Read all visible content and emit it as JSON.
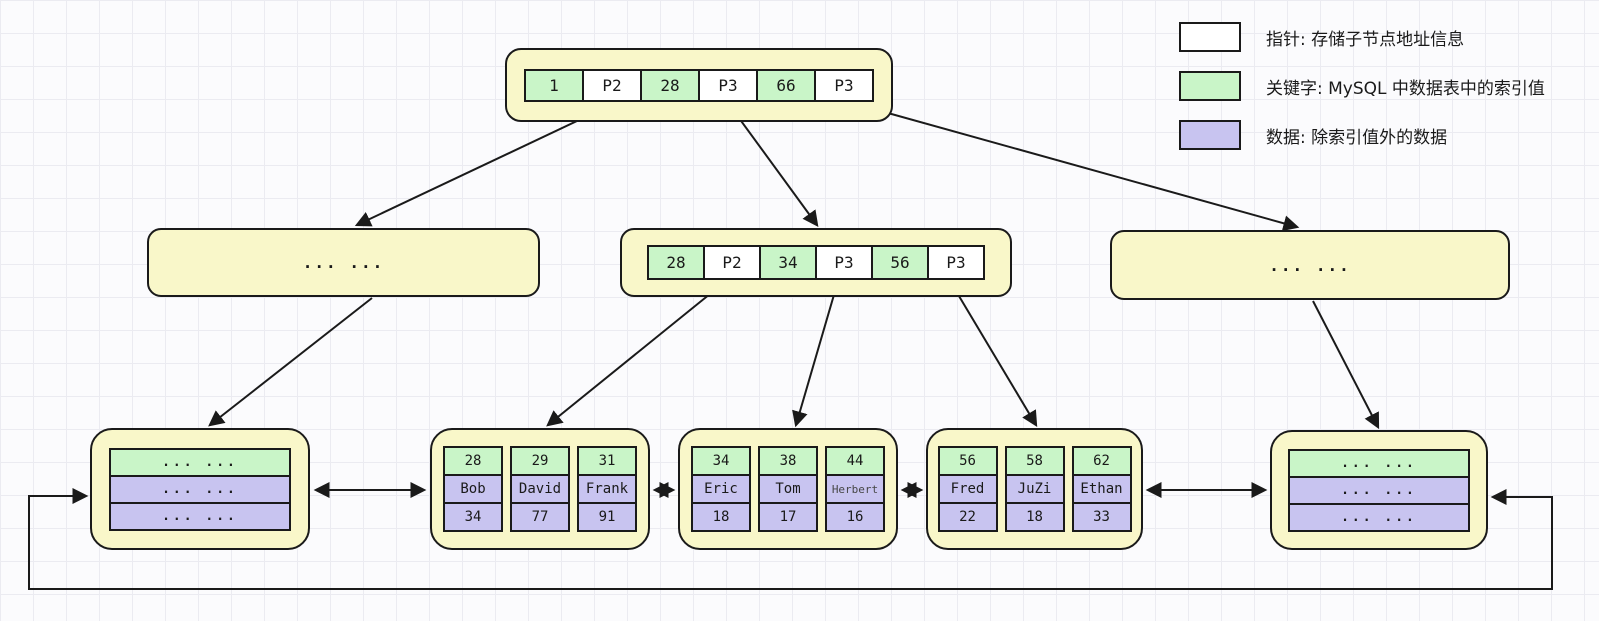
{
  "diagram_title": "MySQL B+ tree index structure",
  "colors": {
    "node_background": "#f9f7c9",
    "key_green": "#c9f5c8",
    "data_purple": "#c8c4f0",
    "pointer_white": "#ffffff",
    "line": "#1a1a1a"
  },
  "legend": {
    "items": [
      {
        "swatch": "pointer",
        "label": "指针: 存储子节点地址信息"
      },
      {
        "swatch": "key",
        "label": "关键字: MySQL 中数据表中的索引值"
      },
      {
        "swatch": "data",
        "label": "数据: 除索引值外的数据"
      }
    ]
  },
  "root": {
    "cells": [
      {
        "text": "1",
        "type": "key"
      },
      {
        "text": "P2",
        "type": "pointer"
      },
      {
        "text": "28",
        "type": "key"
      },
      {
        "text": "P3",
        "type": "pointer"
      },
      {
        "text": "66",
        "type": "key"
      },
      {
        "text": "P3",
        "type": "pointer"
      }
    ]
  },
  "internal": {
    "left": {
      "text": "... ..."
    },
    "middle": {
      "cells": [
        {
          "text": "28",
          "type": "key"
        },
        {
          "text": "P2",
          "type": "pointer"
        },
        {
          "text": "34",
          "type": "key"
        },
        {
          "text": "P3",
          "type": "pointer"
        },
        {
          "text": "56",
          "type": "key"
        },
        {
          "text": "P3",
          "type": "pointer"
        }
      ]
    },
    "right": {
      "text": "... ..."
    }
  },
  "leaves": [
    {
      "type": "ellipsis",
      "rows": [
        "... ...",
        "... ...",
        "... ..."
      ]
    },
    {
      "type": "data",
      "columns": [
        [
          "28",
          "Bob",
          "34"
        ],
        [
          "29",
          "David",
          "77"
        ],
        [
          "31",
          "Frank",
          "91"
        ]
      ]
    },
    {
      "type": "data",
      "columns": [
        [
          "34",
          "Eric",
          "18"
        ],
        [
          "38",
          "Tom",
          "17"
        ],
        [
          "44",
          "Herbert",
          "16"
        ]
      ]
    },
    {
      "type": "data",
      "columns": [
        [
          "56",
          "Fred",
          "22"
        ],
        [
          "58",
          "JuZi",
          "18"
        ],
        [
          "62",
          "Ethan",
          "33"
        ]
      ]
    },
    {
      "type": "ellipsis",
      "rows": [
        "... ...",
        "... ...",
        "... ..."
      ]
    }
  ]
}
